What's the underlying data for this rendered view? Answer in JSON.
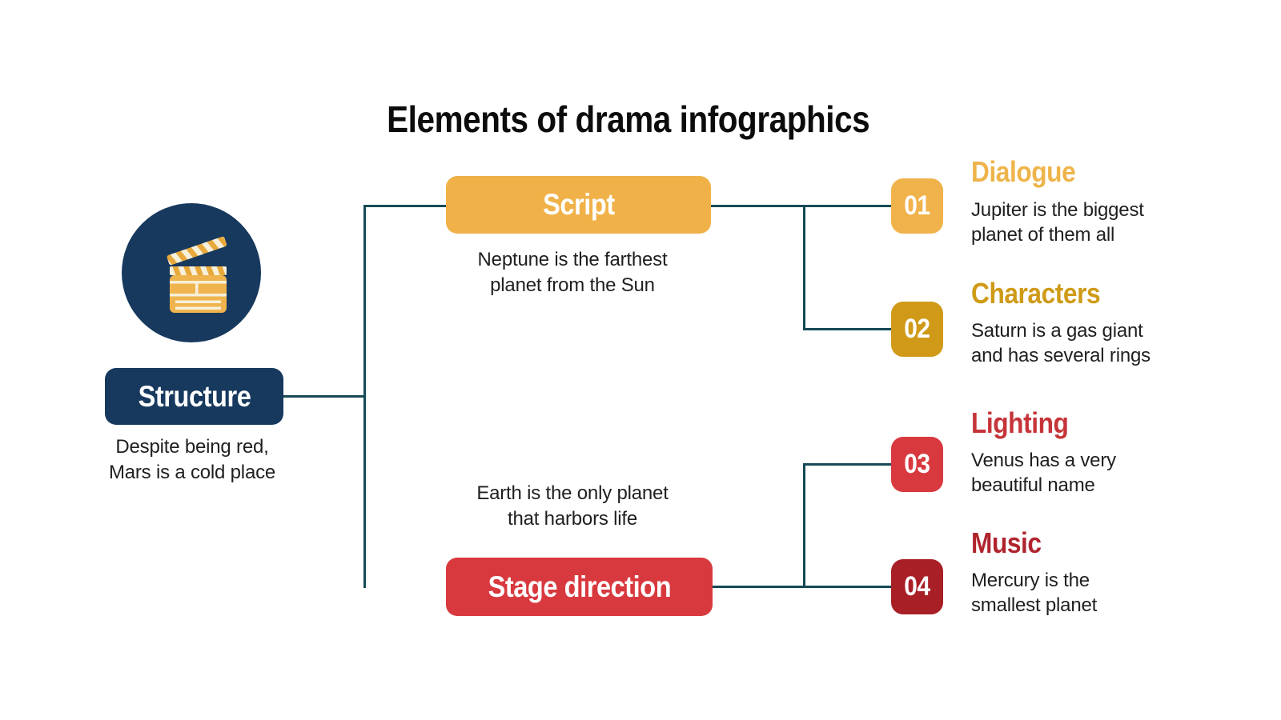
{
  "title": "Elements of drama infographics",
  "colors": {
    "background": "#ffffff",
    "navy": "#17395e",
    "connector_teal": "#164a56",
    "amber": "#f0b148",
    "gold": "#d09a18",
    "red": "#d8393e",
    "dark_red": "#a81f26",
    "body_text": "#1f1f1f",
    "title_text": "#0c0c0c"
  },
  "icon": "clapperboard-icon",
  "root": {
    "label": "Structure",
    "description": [
      "Despite being red,",
      "Mars is a cold place"
    ]
  },
  "branches": [
    {
      "label": "Script",
      "color": "#f0b148",
      "description": [
        "Neptune is the farthest",
        "planet from the Sun"
      ]
    },
    {
      "label": "Stage direction",
      "color": "#d8393e",
      "description": [
        "Earth is the only planet",
        "that harbors life"
      ]
    }
  ],
  "items": [
    {
      "number": "01",
      "heading": "Dialogue",
      "badge_color": "#f0b24a",
      "heading_color": "#eeb44b",
      "body": [
        "Jupiter is the biggest",
        "planet of them all"
      ]
    },
    {
      "number": "02",
      "heading": "Characters",
      "badge_color": "#d09a18",
      "heading_color": "#cf9a17",
      "body": [
        "Saturn is a gas giant",
        "and has several rings"
      ]
    },
    {
      "number": "03",
      "heading": "Lighting",
      "badge_color": "#d8393e",
      "heading_color": "#c63439",
      "body": [
        "Venus has a very",
        "beautiful name"
      ]
    },
    {
      "number": "04",
      "heading": "Music",
      "badge_color": "#a81f26",
      "heading_color": "#b0242e",
      "body": [
        "Mercury is the",
        "smallest planet"
      ]
    }
  ]
}
